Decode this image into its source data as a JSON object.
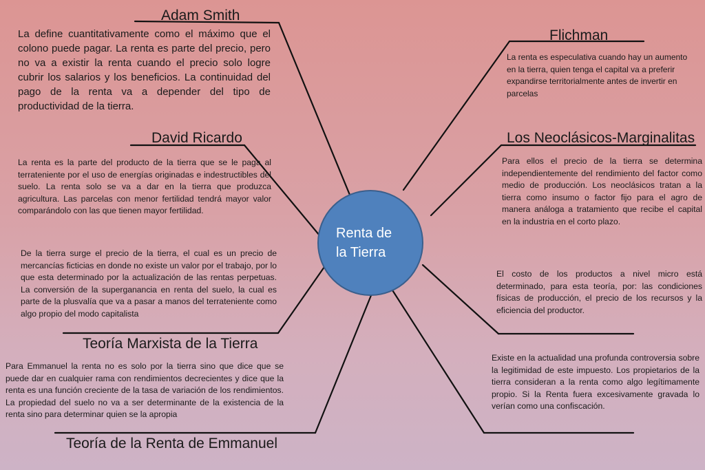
{
  "center": {
    "line1": "Renta de",
    "line2": "la Tierra"
  },
  "branches": [
    {
      "title": "Adam Smith",
      "text": "La define cuantitativamente como el máximo que el colono puede pagar. La renta es parte del precio, pero no va a existir la renta cuando el precio solo logre cubrir los salarios y los beneficios. La continuidad del pago de la renta va a depender del tipo de productividad de la tierra."
    },
    {
      "title": "David Ricardo",
      "text": "La renta es la parte del producto de la tierra que se le paga al terrateniente por el uso de energías originadas e indestructibles del suelo.  La renta solo se va a dar en  la tierra que produzca agricultura. Las parcelas con menor fertilidad tendrá mayor valor comparándolo con las que tienen mayor fertilidad."
    },
    {
      "title": "Teoría Marxista de la Tierra",
      "text": "De la tierra surge el precio de la tierra, el cual  es un precio de mercancías ficticias en donde no existe un valor por el trabajo, por lo que  esta determinado por la actualización de las rentas perpetuas. La conversión de  la superganancia en renta del suelo, la cual es parte de la plusvalía que va a pasar a manos del terrateniente como algo propio del modo capitalista"
    },
    {
      "title": "Teoría de la Renta de Emmanuel",
      "text": "Para Emmanuel la renta no es solo por la tierra sino que dice que se puede dar en cualquier rama con rendimientos decrecientes y dice que la renta es una función creciente de la tasa de variación de los rendimientos. La propiedad del suelo no va a ser determinante de la existencia  de la renta sino para determinar quien se la apropia"
    },
    {
      "title": "Flichman",
      "text": "La renta es especulativa cuando hay un aumento en la tierra, quien tenga el capital va a preferir expandirse territorialmente antes de invertir en parcelas"
    },
    {
      "title": "Los Neoclásicos-Marginalitas",
      "text": "Para ellos el precio de la tierra se determina independientemente del rendimiento del factor como medio de producción. Los neoclásicos tratan a la tierra como insumo o factor fijo para el agro de manera análoga a tratamiento que recibe el capital en la industria en el corto plazo."
    },
    {
      "title": "",
      "text": "El costo de los productos a nivel micro está determinado, para esta teoría, por: las condiciones físicas de producción, el precio de los recursos y la eficiencia del productor."
    },
    {
      "title": "",
      "text": "Existe en la actualidad una profunda controversia sobre la legitimidad de este impuesto. Los propietarios de la tierra consideran a la renta como algo legítimamente propio. Si la Renta fuera excesivamente gravada lo verían como una confiscación."
    }
  ],
  "colors": {
    "background_top": "#dc9593",
    "background_bottom": "#cdb3c6",
    "node": "#4f81bd",
    "line": "#111111"
  }
}
